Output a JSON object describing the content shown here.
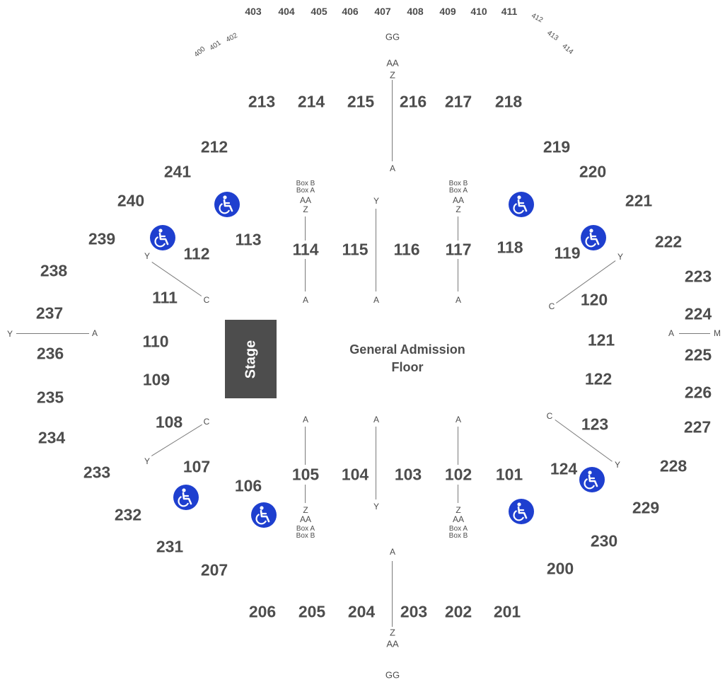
{
  "stage": {
    "label": "Stage"
  },
  "floor": {
    "line1": "General Admission",
    "line2": "Floor"
  },
  "sections_400": [
    "400",
    "401",
    "402",
    "403",
    "404",
    "405",
    "406",
    "407",
    "408",
    "409",
    "410",
    "411",
    "412",
    "413",
    "414"
  ],
  "sections_200": [
    "200",
    "201",
    "202",
    "203",
    "204",
    "205",
    "206",
    "207",
    "212",
    "213",
    "214",
    "215",
    "216",
    "217",
    "218",
    "219",
    "220",
    "221",
    "222",
    "223",
    "224",
    "225",
    "226",
    "227",
    "228",
    "229",
    "230",
    "231",
    "232",
    "233",
    "234",
    "235",
    "236",
    "237",
    "238",
    "239",
    "240",
    "241"
  ],
  "sections_100": [
    "101",
    "102",
    "103",
    "104",
    "105",
    "106",
    "107",
    "108",
    "109",
    "110",
    "111",
    "112",
    "113",
    "114",
    "115",
    "116",
    "117",
    "118",
    "119",
    "120",
    "121",
    "122",
    "123",
    "124"
  ],
  "row_labels": {
    "gg": "GG",
    "aa": "AA",
    "z": "Z",
    "a": "A",
    "y": "Y",
    "c": "C",
    "m": "M",
    "box_a": "Box A",
    "box_b": "Box B"
  },
  "accessibility_icon": "wheelchair-icon",
  "colors": {
    "accessible": "#1e3fcf",
    "stage": "#4d4d4d",
    "text": "#4d4d4d"
  }
}
